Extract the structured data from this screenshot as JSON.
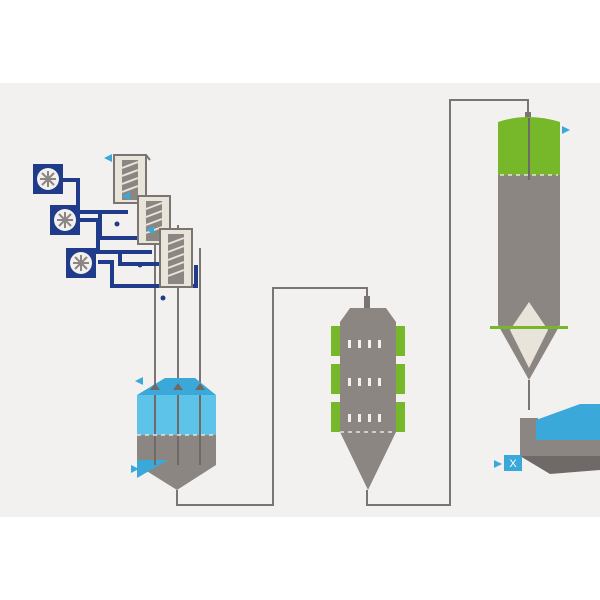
{
  "diagram": {
    "description_free": true,
    "colors": {
      "background": "#f3f1ef",
      "steel": "#8c8683",
      "steel_dark": "#6f6a68",
      "pipe": "#7a7573",
      "green": "#76b82a",
      "cyan": "#3aa9d9",
      "cyan_light": "#5ec3e8",
      "navy": "#1f3b8a",
      "beige": "#e9e4da",
      "white_arrow": "#ffffff"
    },
    "units": [
      {
        "id": "fan-unit",
        "icon": "fan-icon",
        "count": 3
      },
      {
        "id": "cyclone-hopper",
        "icon": "hopper"
      },
      {
        "id": "scrubber-tower",
        "icon": "tower"
      },
      {
        "id": "spray-dryer",
        "icon": "dryer"
      },
      {
        "id": "collector",
        "icon": "collector"
      },
      {
        "id": "valve",
        "icon": "x-valve-icon",
        "label": "X"
      }
    ]
  }
}
